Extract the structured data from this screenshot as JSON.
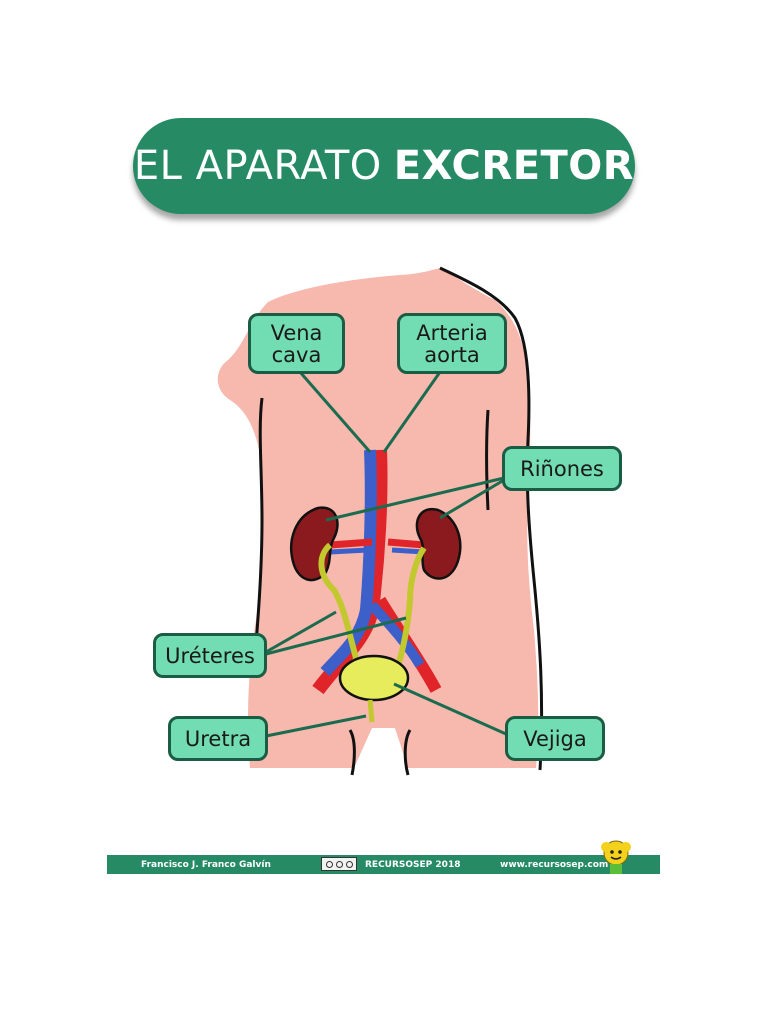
{
  "title": {
    "light": "EL APARATO",
    "bold": "EXCRETOR"
  },
  "labels": {
    "vena_cava": [
      "Vena",
      "cava"
    ],
    "arteria_aorta": [
      "Arteria",
      "aorta"
    ],
    "rinones": "Riñones",
    "ureteres": "Uréteres",
    "uretra": "Uretra",
    "vejiga": "Vejiga"
  },
  "footer": {
    "author": "Francisco J. Franco Galvín",
    "brand": "RECURSOSEP 2018",
    "site": "www.recursosep.com"
  },
  "colors": {
    "green": "#268b64",
    "label_fill": "#72dcb2",
    "skin": "#f7b8ae",
    "kidney": "#8b1a1f",
    "artery": "#e0252a",
    "vein": "#3c5fc9",
    "bladder": "#e6ec5b"
  }
}
